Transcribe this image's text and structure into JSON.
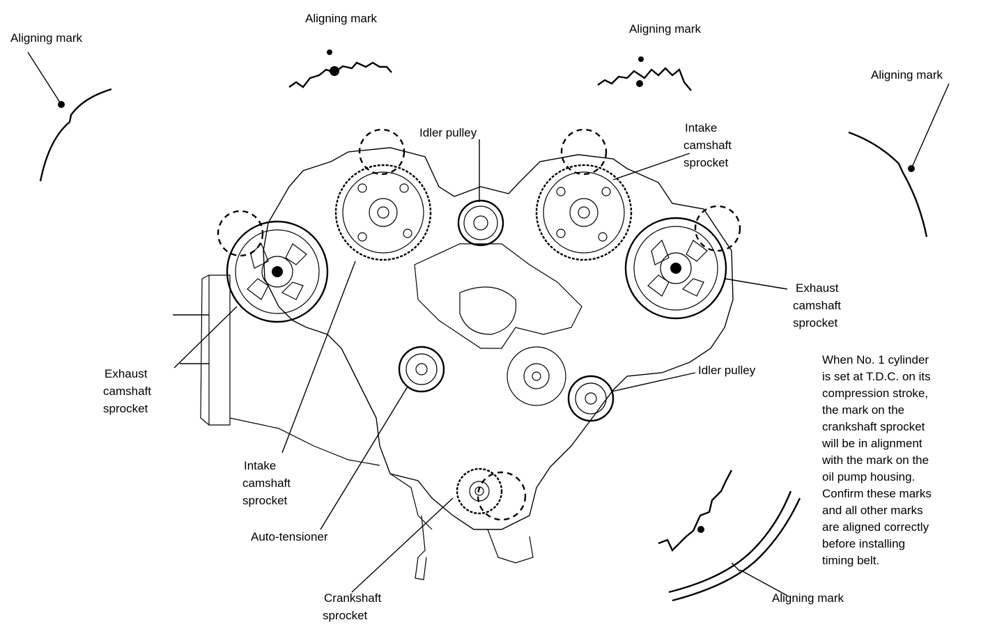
{
  "labels": {
    "align_top_left": "Aligning mark",
    "align_top_center_left": "Aligning mark",
    "align_top_center_right": "Aligning mark",
    "align_top_right": "Aligning mark",
    "align_bottom_right": "Aligning mark",
    "idler_pulley_top": "Idler pulley",
    "idler_pulley_right": "Idler pulley",
    "intake_cam_right": [
      "Intake",
      "camshaft",
      "sprocket"
    ],
    "intake_cam_left": [
      "Intake",
      "camshaft",
      "sprocket"
    ],
    "exhaust_cam_right": [
      "Exhaust",
      "camshaft",
      "sprocket"
    ],
    "exhaust_cam_left": [
      "Exhaust",
      "camshaft",
      "sprocket"
    ],
    "auto_tensioner": "Auto-tensioner",
    "crankshaft_sprocket": [
      "Crankshaft",
      "sprocket"
    ]
  },
  "note": [
    "When No. 1 cylinder",
    "is set at T.D.C. on its",
    "compression stroke,",
    "the mark on the",
    "crankshaft sprocket",
    "will be in alignment",
    "with the mark on the",
    "oil pump housing.",
    "Confirm these marks",
    "and all other marks",
    "are aligned correctly",
    "before installing",
    "timing belt."
  ]
}
